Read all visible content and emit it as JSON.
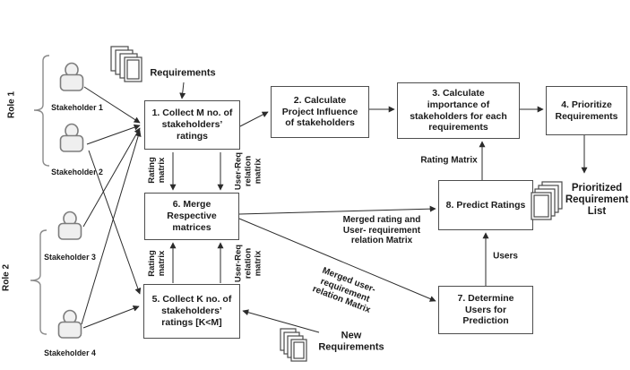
{
  "diagram": {
    "boxes": {
      "b1": "1. Collect M no. of\nstakeholders’\nratings",
      "b2": "2. Calculate\nProject Influence\nof stakeholders",
      "b3": "3. Calculate\nimportance of\nstakeholders for each\nrequirements",
      "b4": "4. Prioritize\nRequirements",
      "b5": "5. Collect K no. of\nstakeholders’\nratings [K<M]",
      "b6": "6. Merge\nRespective\nmatrices",
      "b7": "7. Determine\nUsers for\nPrediction",
      "b8": "8. Predict Ratings"
    },
    "labels": {
      "requirements": "Requirements",
      "new_requirements": "New\nRequirements",
      "prioritized_list": "Prioritized\nRequirement\nList",
      "rating_matrix_top": "Rating\nmatrix",
      "user_req_top": "User-Req\nrelation\nmatrix",
      "rating_matrix_bottom": "Rating\nmatrix",
      "user_req_bottom": "User-Req\nrelation\nmatrix",
      "rating_matrix_right": "Rating Matrix",
      "users": "Users",
      "merged_rating": "Merged rating and\nUser- requirement\nrelation Matrix",
      "merged_user_req": "Merged  user-\nrequirement\nrelation Matrix"
    },
    "roles": {
      "role1": {
        "label": "Role 1",
        "s1": "Stakeholder 1",
        "s2": "Stakeholder 2"
      },
      "role2": {
        "label": "Role 2",
        "s3": "Stakeholder 3",
        "s4": "Stakeholder 4"
      }
    },
    "colors": {
      "background": "#ffffff",
      "line": "#2b2b2b",
      "box_border": "#4d4d4d",
      "text": "#1a1a1a",
      "icon_fill": "#f1f1f1",
      "icon_border": "#7d7d7d"
    }
  }
}
